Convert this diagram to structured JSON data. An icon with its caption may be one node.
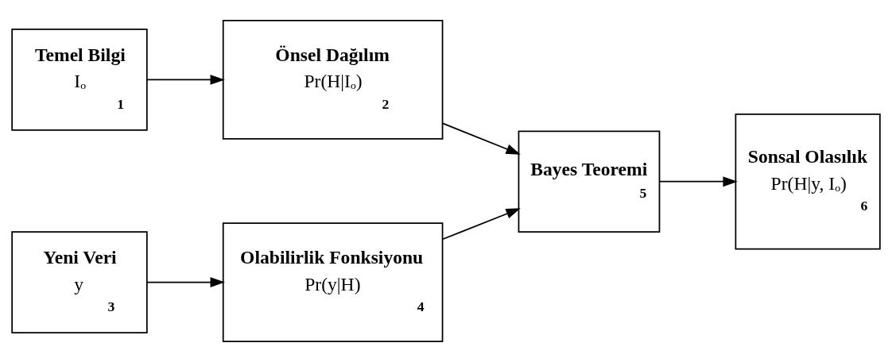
{
  "diagram": {
    "nodes": [
      {
        "text": [
          "Temel Bilgi",
          "Iₒ",
          "1"
        ]
      },
      {
        "text": [
          "Önsel Dağılım",
          "Pr(H|Iₒ)",
          "2"
        ]
      },
      {
        "text": [
          "Yeni Veri",
          "y",
          "3"
        ]
      },
      {
        "text": [
          "Olabilirlik Fonksiyonu",
          "Pr(y|H)",
          "4"
        ]
      },
      {
        "text": [
          "Bayes Teoremi",
          "5"
        ]
      },
      {
        "text": [
          "Sonsal Olasılık",
          "Pr(H|y, Iₒ)",
          "6"
        ]
      }
    ],
    "edges": [
      {
        "from": 0,
        "to": 1,
        "arrow": "to"
      },
      {
        "from": 2,
        "to": 3,
        "arrow": "to"
      },
      {
        "from": 1,
        "to": 4,
        "arrow": "to"
      },
      {
        "from": 3,
        "to": 4,
        "arrow": "to"
      },
      {
        "from": 4,
        "to": 5,
        "arrow": "to"
      }
    ]
  }
}
